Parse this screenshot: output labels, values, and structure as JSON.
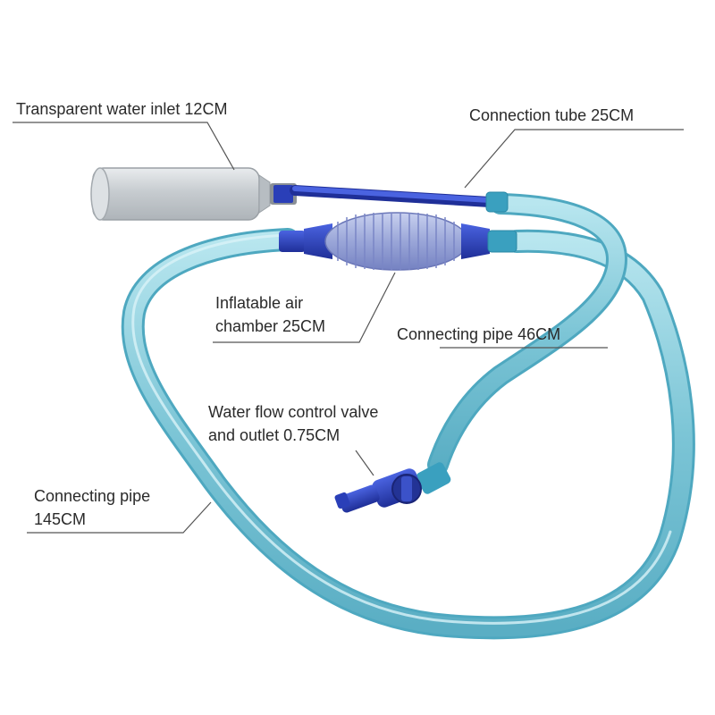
{
  "callouts": {
    "water_inlet": "Transparent water inlet 12CM",
    "connection_tube": "Connection tube 25CM",
    "air_chamber": [
      "Inflatable air",
      "chamber 25CM"
    ],
    "connecting_pipe_short": "Connecting pipe 46CM",
    "valve": [
      "Water flow control valve",
      "and outlet 0.75CM"
    ],
    "connecting_pipe_long": [
      "Connecting pipe",
      "145CM"
    ]
  },
  "colors": {
    "hose": "#7fc9d8",
    "hose_edge": "#4aa6bd",
    "connector_blue": "#2a3fb8",
    "bulb": "#9aa6d8",
    "inlet_cylinder": "#cfd3d6",
    "leader_line": "#555555"
  }
}
